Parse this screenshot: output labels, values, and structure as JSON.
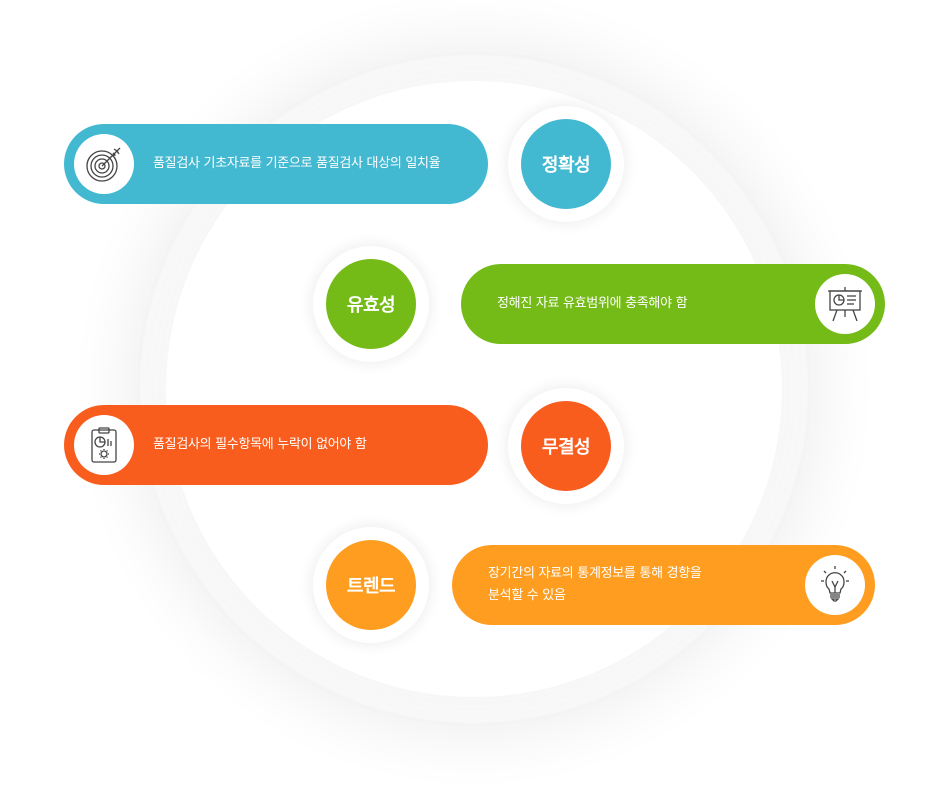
{
  "colors": {
    "accuracy": "#43b8d1",
    "validity": "#74bb17",
    "integrity": "#f85d1e",
    "trend": "#fe9d1f"
  },
  "items": [
    {
      "title": "정확성",
      "description": "품질검사 기초자료를 기준으로 품질검사 대상의 일치율",
      "icon": "target-icon"
    },
    {
      "title": "유효성",
      "description": "정해진 자료 유효범위에 충족해야 함",
      "icon": "presentation-board-icon"
    },
    {
      "title": "무결성",
      "description": "품질검사의 필수항목에 누락이 없어야 함",
      "icon": "clipboard-report-icon"
    },
    {
      "title": "트렌드",
      "description_line1": "장기간의 자료의 통계정보를 통해 경향을",
      "description_line2": "분석할 수 있음",
      "icon": "lightbulb-icon"
    }
  ]
}
